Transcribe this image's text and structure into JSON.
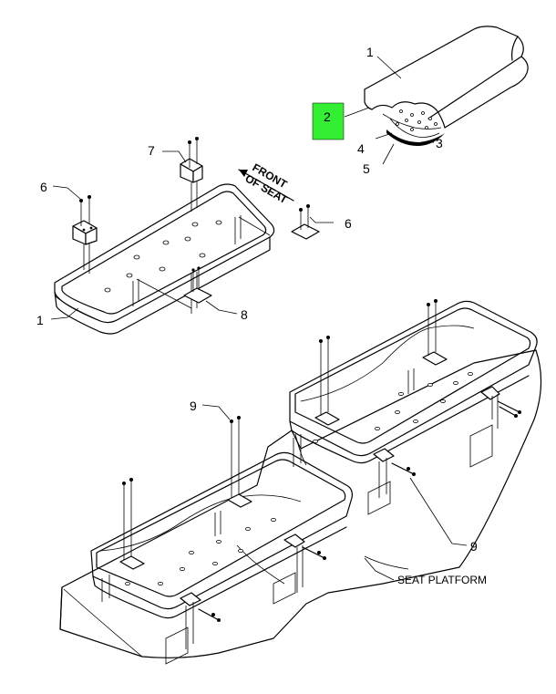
{
  "callouts": {
    "c1_top": "1",
    "c2": "2",
    "c3": "3",
    "c4": "4",
    "c5": "5",
    "c6_left": "6",
    "c6_right": "6",
    "c7": "7",
    "c8": "8",
    "c1_mid": "1",
    "c9_top": "9",
    "c9_right": "9"
  },
  "labels": {
    "front_of_seat_line1": "FRONT",
    "front_of_seat_line2": "OF SEAT",
    "seat_platform": "SEAT PLATFORM"
  },
  "colors": {
    "highlight": "#33ee33",
    "line": "#000000"
  }
}
